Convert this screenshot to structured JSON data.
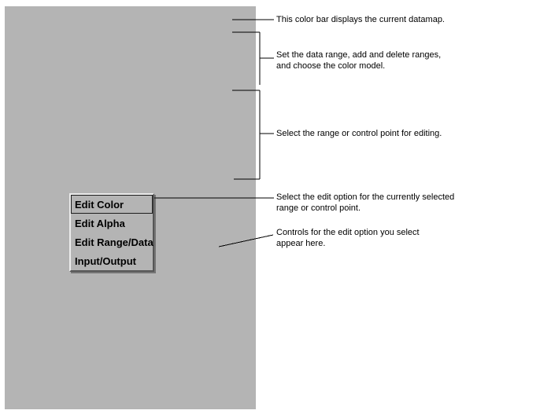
{
  "panel": {
    "description": "datamap editor window area"
  },
  "colors": {
    "panel_gray": "#b4b4b4",
    "menu_highlight": "#ececec",
    "menu_shadow": "#565656",
    "text": "#000000"
  },
  "menu": {
    "items": [
      {
        "label": "Edit Color",
        "selected": true
      },
      {
        "label": "Edit Alpha",
        "selected": false
      },
      {
        "label": "Edit Range/Data",
        "selected": false
      },
      {
        "label": "Input/Output",
        "selected": false
      }
    ]
  },
  "annotations": {
    "colorbar": {
      "line1": "This color bar displays the current datamap."
    },
    "data_range": {
      "line1": "Set the data range, add and delete ranges,",
      "line2": "and choose the color model."
    },
    "select_range": {
      "line1": "Select the range or control point for editing."
    },
    "edit_option": {
      "line1": "Select the edit option for the currently selected",
      "line2": "range or control point."
    },
    "controls_area": {
      "line1": "Controls for the edit option you select",
      "line2": "appear here."
    }
  }
}
